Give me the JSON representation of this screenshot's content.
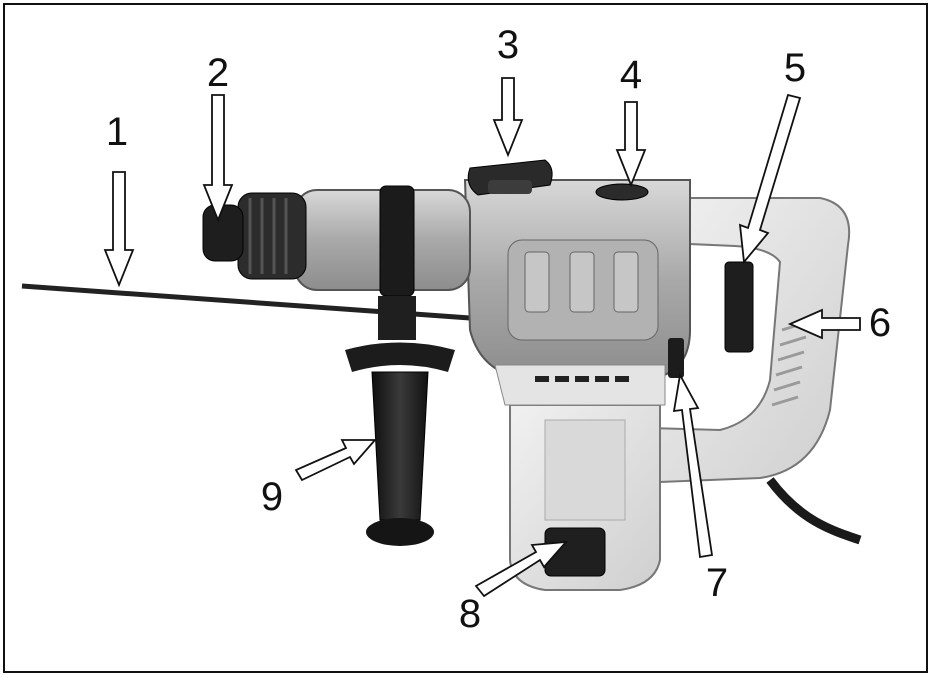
{
  "callouts": [
    {
      "id": "1",
      "label": "1"
    },
    {
      "id": "2",
      "label": "2"
    },
    {
      "id": "3",
      "label": "3"
    },
    {
      "id": "4",
      "label": "4"
    },
    {
      "id": "5",
      "label": "5"
    },
    {
      "id": "6",
      "label": "6"
    },
    {
      "id": "7",
      "label": "7"
    },
    {
      "id": "8",
      "label": "8"
    },
    {
      "id": "9",
      "label": "9"
    }
  ],
  "colors": {
    "outline": "#111111",
    "body_light": "#e2e2e2",
    "body_grey": "#b9b9b9",
    "body_dark": "#7a7a7a",
    "rubber_black": "#1c1c1c"
  }
}
